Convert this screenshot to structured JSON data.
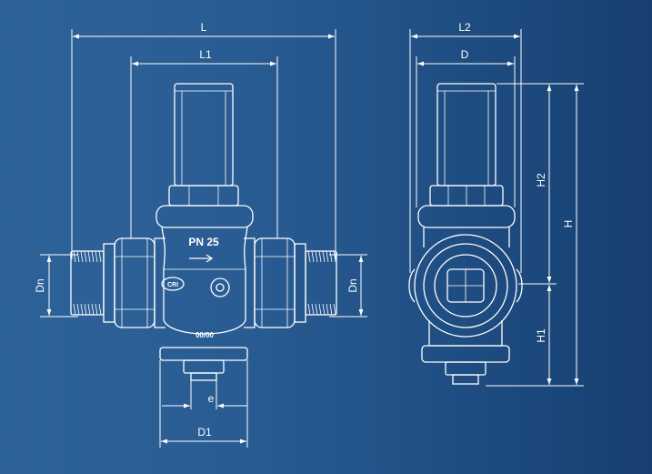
{
  "front_view": {
    "dims": {
      "L": "L",
      "L1": "L1",
      "Dn_left": "Dn",
      "Dn_right": "Dn",
      "e": "e",
      "D1": "D1"
    },
    "markings": {
      "pressure_rating": "PN 25",
      "brand_logo": "CRI",
      "date_code": "00/00"
    }
  },
  "side_view": {
    "dims": {
      "L2": "L2",
      "D": "D",
      "H": "H",
      "H1": "H1",
      "H2": "H2"
    }
  },
  "colors": {
    "background_left": "#2e6399",
    "background_right": "#173f70",
    "line": "#ffffff"
  }
}
